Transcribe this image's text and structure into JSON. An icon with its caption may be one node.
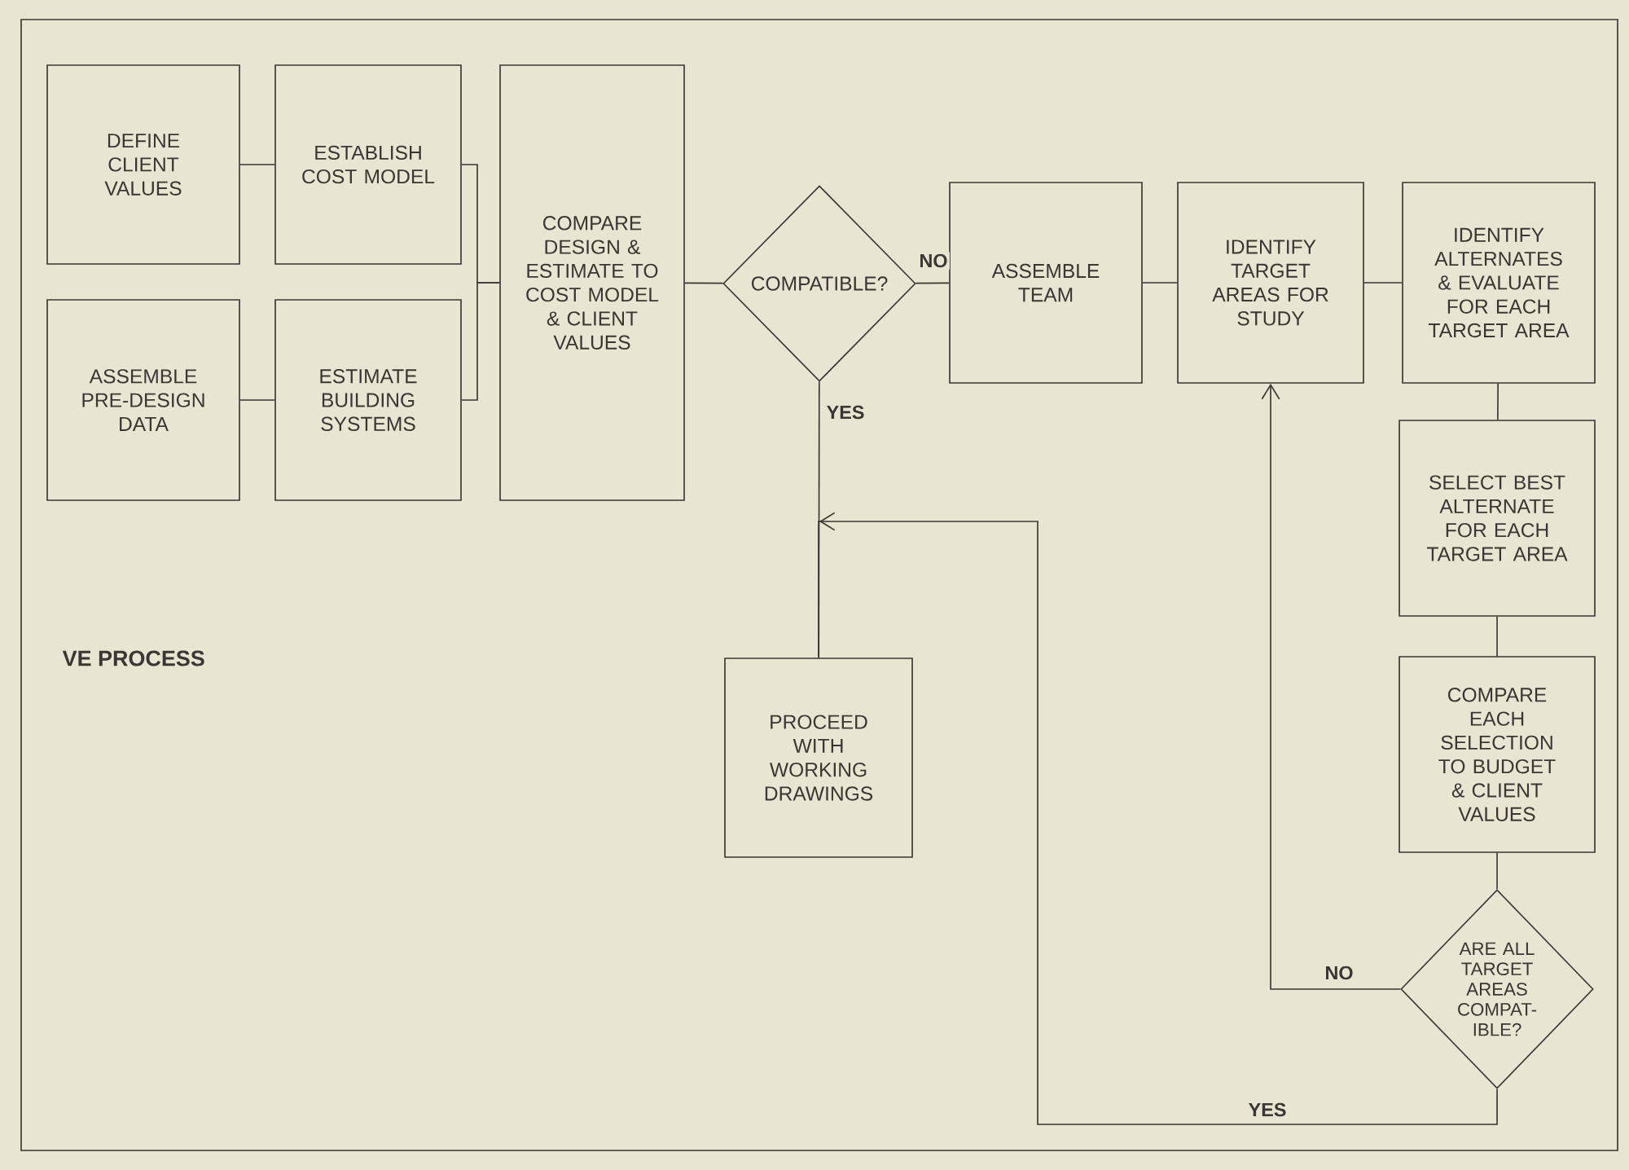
{
  "diagram": {
    "nodes": [
      {
        "text": [
          "DEFINE CLIENT VALUES"
        ]
      },
      {
        "text": [
          "ESTABLISH COST MODEL"
        ]
      },
      {
        "text": [
          "ASSEMBLE PRE-DESIGN DATA"
        ]
      },
      {
        "text": [
          "ESTIMATE BUILDING SYSTEMS"
        ]
      },
      {
        "text": [
          "COMPARE DESIGN & ESTIMATE TO COST MODEL & CLIENT VALUES"
        ]
      },
      {
        "text": [
          "COMPATIBLE?"
        ]
      },
      {
        "text": [
          "ASSEMBLE TEAM"
        ]
      },
      {
        "text": [
          "IDENTIFY TARGET AREAS FOR STUDY"
        ]
      },
      {
        "text": [
          "IDENTIFY ALTERNATES & EVALUATE FOR EACH TARGET AREA"
        ]
      },
      {
        "text": [
          "SELECT BEST ALTERNATE FOR EACH TARGET AREA"
        ]
      },
      {
        "text": [
          "COMPARE EACH SELECTION TO BUDGET & CLIENT VALUES"
        ]
      },
      {
        "text": [
          "ARE ALL TARGET AREAS COMPAT- IBLE?"
        ]
      },
      {
        "text": [
          "PROCEED WITH WORKING DRAWINGS"
        ]
      }
    ],
    "edges": [
      {
        "from": 0,
        "to": 1,
        "arrow": "none"
      },
      {
        "from": 2,
        "to": 3,
        "arrow": "none"
      },
      {
        "from": 1,
        "to": 4,
        "arrow": "none"
      },
      {
        "from": 3,
        "to": 4,
        "arrow": "none"
      },
      {
        "from": 4,
        "to": 5,
        "arrow": "none"
      },
      {
        "from": 5,
        "to": 6,
        "arrow": "none",
        "label": "NO"
      },
      {
        "from": 6,
        "to": 7,
        "arrow": "none"
      },
      {
        "from": 7,
        "to": 8,
        "arrow": "none"
      },
      {
        "from": 8,
        "to": 9,
        "arrow": "none"
      },
      {
        "from": 9,
        "to": 10,
        "arrow": "none"
      },
      {
        "from": 10,
        "to": 11,
        "arrow": "none"
      },
      {
        "from": 11,
        "to": 7,
        "arrow": "to",
        "label": "NO"
      },
      {
        "from": 5,
        "to": 12,
        "arrow": "none",
        "label": "YES"
      },
      {
        "from": 11,
        "to": 12,
        "arrow": "to",
        "label": "YES"
      }
    ],
    "labels": [
      "VE PROCESS"
    ]
  }
}
